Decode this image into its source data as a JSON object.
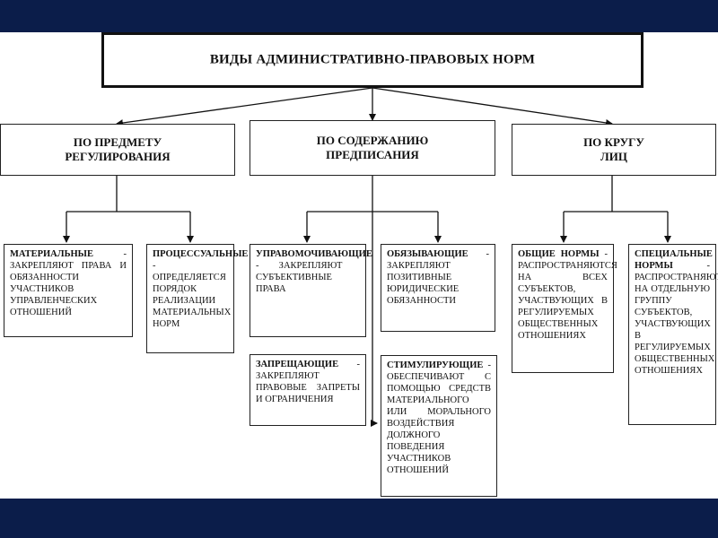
{
  "title": "ВИДЫ АДМИНИСТРАТИВНО-ПРАВОВЫХ НОРМ",
  "categories": [
    {
      "label": "ПО ПРЕДМЕТУ\nРЕГУЛИРОВАНИЯ"
    },
    {
      "label": "ПО СОДЕРЖАНИЮ\nПРЕДПИСАНИЯ"
    },
    {
      "label": "ПО КРУГУ\nЛИЦ"
    }
  ],
  "leaves": {
    "material": {
      "head": "МАТЕРИАЛЬНЫЕ",
      "text": " - закрепляют права и обязанности участников управленческих отношений"
    },
    "process": {
      "head": "ПРОЦЕССУАЛЬНЫЕ",
      "text": " - определяется порядок реализации материальных норм"
    },
    "empower": {
      "head": "УПРАВОМОЧИВАЮЩИЕ",
      "text": " - закрепляют субъективные права"
    },
    "oblige": {
      "head": "ОБЯЗЫВАЮЩИЕ",
      "text": " - закрепляют позитивные юридические обязанности"
    },
    "prohibit": {
      "head": "ЗАПРЕЩАЮЩИЕ",
      "text": " - закрепляют правовые запреты и ограничения"
    },
    "stimulate": {
      "head": "СТИМУЛИРУЮЩИЕ",
      "text": " - обеспечивают с помощью средств материального или морального воздействия должного поведения участников отношений"
    },
    "general": {
      "head": "ОБЩИЕ НОРМЫ",
      "text": " - распространяются на всех субъектов, участвующих в регулируемых общественных отношениях"
    },
    "special": {
      "head": "СПЕЦИАЛЬНЫЕ НОРМЫ",
      "text": " - распространяются на отдельную группу субъектов, участвующих в регулируемых общественных отношениях"
    }
  }
}
